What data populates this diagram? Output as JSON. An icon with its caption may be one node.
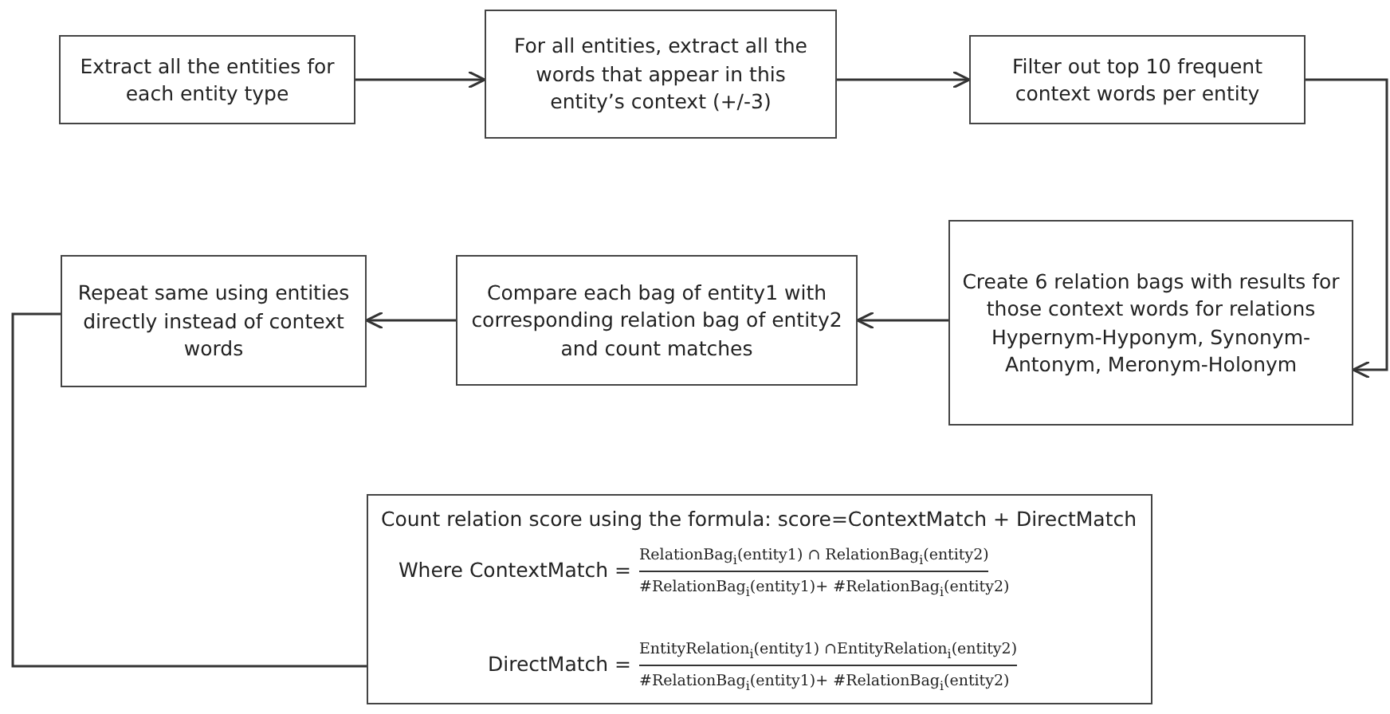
{
  "diagram": {
    "nodes": [
      {
        "text": [
          "Extract all the entities for each entity type"
        ]
      },
      {
        "text": [
          "For all entities, extract all the words that appear in this entity’s context (+/-3)"
        ]
      },
      {
        "text": [
          "Filter out top 10 frequent context words per entity"
        ]
      },
      {
        "text": [
          "Create 6 relation bags with results for those context words for relations Hypernym-Hyponym, Synonym-Antonym, Meronym-Holonym"
        ]
      },
      {
        "text": [
          "Compare each bag of entity1 with corresponding relation bag of entity2 and count matches"
        ]
      },
      {
        "text": [
          "Repeat same using entities directly instead of context words"
        ]
      },
      {
        "text": [
          "Count relation score using the formula: score=ContextMatch + DirectMatch",
          "Where ContextMatch =",
          "RelationBag$_{i}$(entity1) ∩ RelationBag$_{i}$(entity2)",
          "#RelationBag$_{i}$(entity1)+ #RelationBag$_{i}$(entity2)",
          "DirectMatch =",
          "EntityRelation$_{i}$(entity1) ∩EntityRelation$_{i}$(entity2)",
          "#RelationBag$_{i}$(entity1)+ #RelationBag$_{i}$(entity2)"
        ]
      }
    ],
    "edges": [
      {
        "from": 0,
        "to": 1,
        "arrow": "to"
      },
      {
        "from": 1,
        "to": 2,
        "arrow": "to"
      },
      {
        "from": 2,
        "to": 3,
        "arrow": "to"
      },
      {
        "from": 3,
        "to": 4,
        "arrow": "to"
      },
      {
        "from": 4,
        "to": 5,
        "arrow": "to"
      },
      {
        "from": 5,
        "to": 6,
        "arrow": "none"
      }
    ]
  }
}
